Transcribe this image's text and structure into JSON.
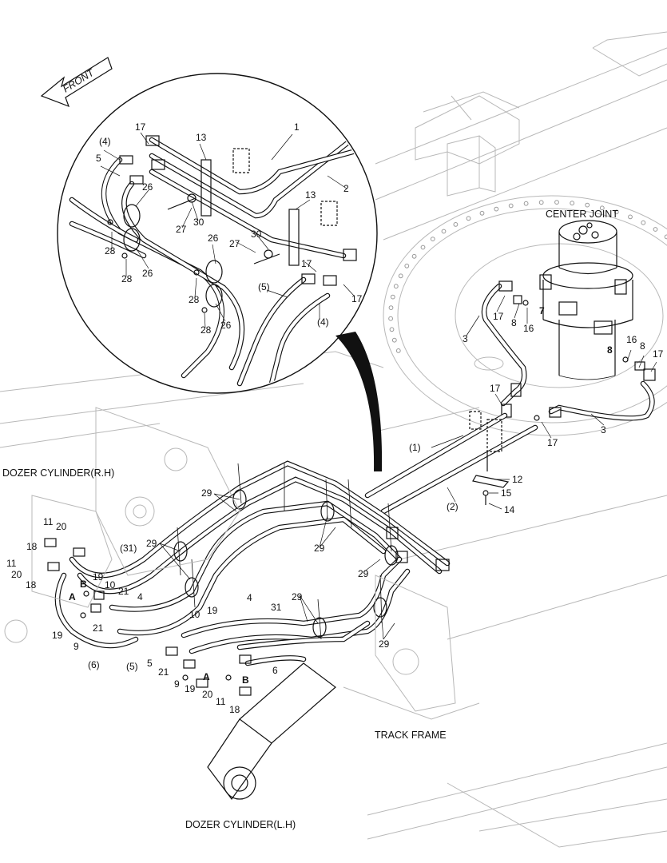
{
  "front_label": "FRONT",
  "captions": {
    "center_joint": "CENTER JOINT",
    "dozer_rh": "DOZER CYLINDER(R.H)",
    "dozer_lh": "DOZER CYLINDER(L.H)",
    "track_frame": "TRACK FRAME"
  },
  "detail_labels": {
    "l1": "1",
    "l2": "2",
    "l4a": "(4)",
    "l4b": "(4)",
    "l5": "5",
    "l5b": "(5)",
    "l13a": "13",
    "l13b": "13",
    "l17a": "17",
    "l17b": "17",
    "l17c": "17",
    "l26a": "26",
    "l26b": "26",
    "l26c": "26",
    "l26d": "26",
    "l27a": "27",
    "l27b": "27",
    "l28a": "28",
    "l28b": "28",
    "l28c": "28",
    "l28d": "28",
    "l30a": "30",
    "l30b": "30"
  },
  "main_labels": {
    "c17a": "17",
    "c8a": "8",
    "c16a": "16",
    "c7": "7",
    "c3a": "3",
    "c16b": "16",
    "c8b": "8",
    "c17b": "17",
    "c8bold": "8",
    "c17c": "17",
    "c17d": "17",
    "c3b": "3",
    "p1": "(1)",
    "p2": "(2)",
    "p12": "12",
    "p15": "15",
    "p14": "14",
    "h29a": "29",
    "h29b": "29",
    "h29c": "29",
    "h29d": "29",
    "h29e": "29",
    "h29f": "29",
    "h31a": "(31)",
    "h31b": "31",
    "r11a": "11",
    "r20a": "20",
    "r18a": "18",
    "r11b": "11",
    "r20b": "20",
    "r18b": "18",
    "rB": "B",
    "r19a": "19",
    "r10a": "10",
    "r21a": "21",
    "rA": "A",
    "r4": "4",
    "r19b": "19",
    "r21b": "21",
    "r9": "9",
    "r6": "(6)",
    "r5": "(5)",
    "m4": "4",
    "m10": "10",
    "m19": "19",
    "m5": "5",
    "m21": "21",
    "m6": "6",
    "m9": "9",
    "m19b": "19",
    "mA": "A",
    "m20": "20",
    "mB": "B",
    "m11": "11",
    "m18": "18"
  }
}
